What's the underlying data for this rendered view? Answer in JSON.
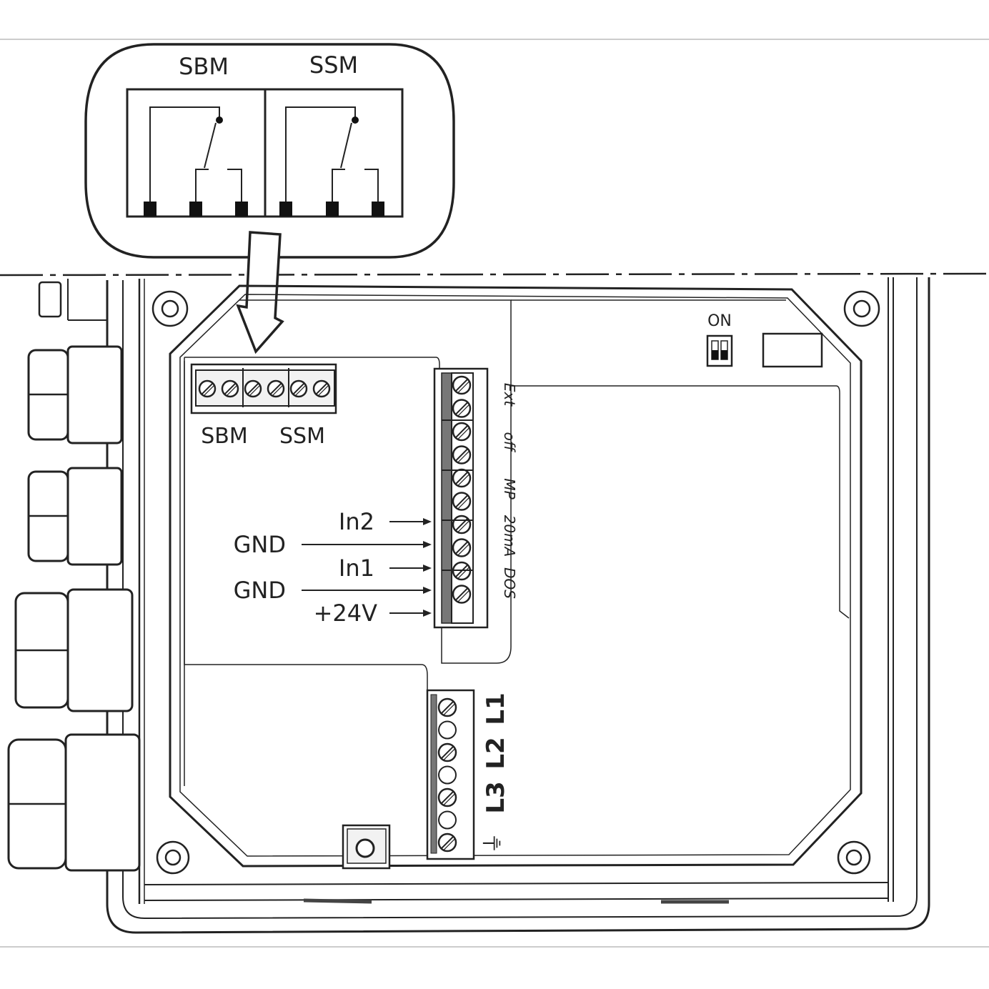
{
  "callout": {
    "relay_left": "SBM",
    "relay_right": "SSM"
  },
  "terminal_block_top": {
    "label_left": "SBM",
    "label_right": "SSM"
  },
  "control_block": {
    "group_labels": [
      "Ext",
      "off",
      "MP",
      "20mA",
      "DOS"
    ],
    "pin_labels": [
      "In2",
      "GND",
      "In1",
      "GND",
      "+24V"
    ]
  },
  "dip_switch": {
    "label": "ON"
  },
  "power_block": {
    "labels": [
      "L1",
      "L2",
      "L3"
    ],
    "ground_symbol": "⏚"
  },
  "colors": {
    "line": "#222222",
    "fill_dark": "#111111",
    "fill_light": "#f2f2f2"
  }
}
